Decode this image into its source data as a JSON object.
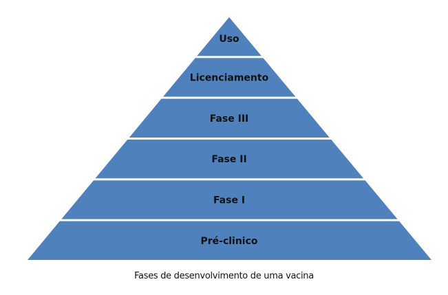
{
  "diagram": {
    "type": "pyramid",
    "fill_color": "#4f81bd",
    "layers_top_to_bottom": [
      "Uso",
      "Licenciamento",
      "Fase III",
      "Fase II",
      "Fase I",
      "Pré-clinico"
    ]
  },
  "caption": "Fases de desenvolvimento de uma vacina"
}
